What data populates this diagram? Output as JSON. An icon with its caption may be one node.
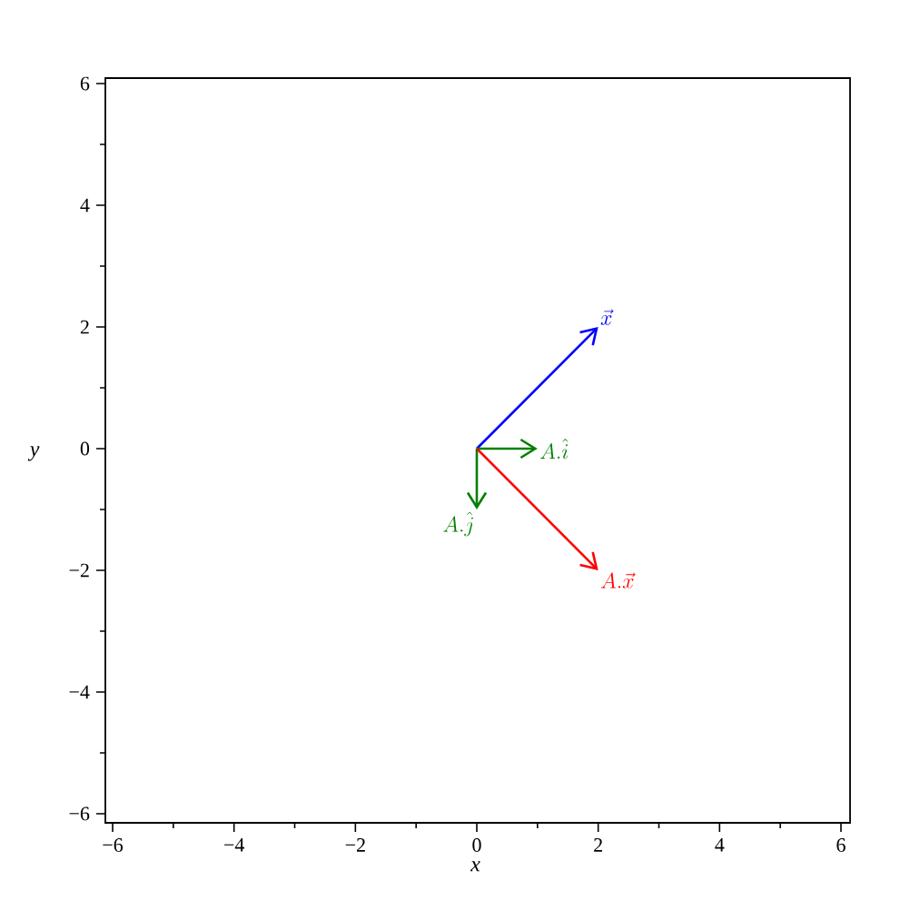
{
  "diagram": {
    "nodes": [
      {
        "text": [
          "\\vec{x}"
        ]
      },
      {
        "text": [
          "A.\\hat{i}"
        ]
      },
      {
        "text": [
          "A.\\hat{j}"
        ]
      },
      {
        "text": [
          "A.\\vec{x}"
        ]
      }
    ],
    "edges": [
      {
        "from": null,
        "to": 0,
        "arrow": "to",
        "color": "#0000ff"
      },
      {
        "from": null,
        "to": 1,
        "arrow": "to",
        "color": "#008000"
      },
      {
        "from": null,
        "to": 2,
        "arrow": "to",
        "color": "#008000"
      },
      {
        "from": null,
        "to": 3,
        "arrow": "to",
        "color": "#ff0000"
      }
    ],
    "chart_data": {
      "type": "line",
      "xlabel": "x",
      "ylabel": "y",
      "xlim": [
        -6.12,
        6.15
      ],
      "ylim": [
        -6.15,
        6.09
      ],
      "xticks": [
        -6,
        -4,
        -2,
        0,
        2,
        4,
        6
      ],
      "yticks": [
        -6,
        -4,
        -2,
        0,
        2,
        4,
        6
      ]
    }
  }
}
